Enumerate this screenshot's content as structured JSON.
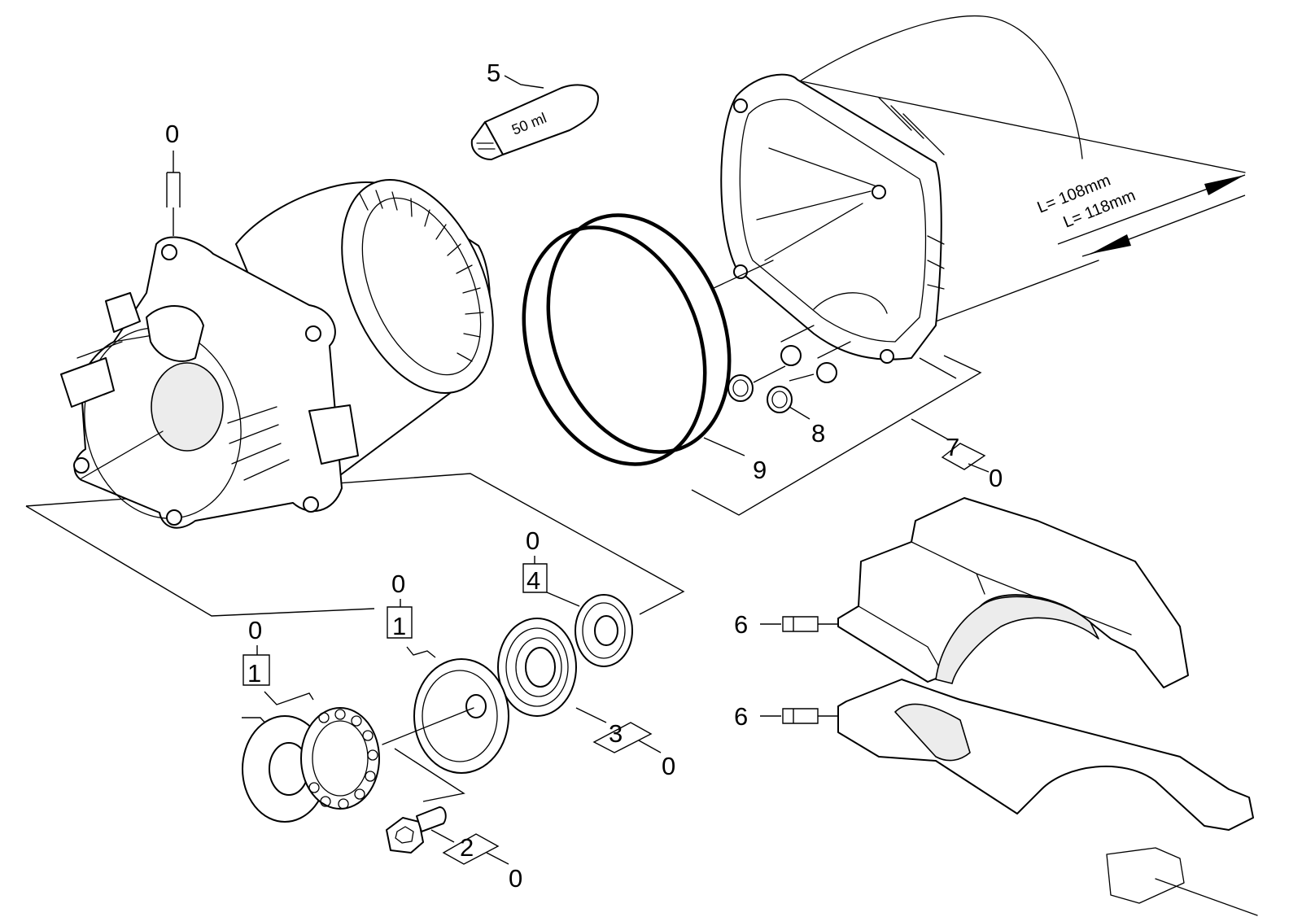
{
  "labels": {
    "motor_top": "0",
    "grease_tube": "5",
    "grease_volume": "50 ml",
    "seal_ring": "9",
    "o_ring_small": "8",
    "housing": "7",
    "housing_sub": "0",
    "clamp_upper": "6",
    "clamp_lower": "6",
    "bearing_set_top": "0",
    "bearing_set_code": "4",
    "flange_top": "0",
    "flange_code": "1",
    "thrust_top": "0",
    "thrust_code": "1",
    "ball_bearing": "3",
    "ball_bearing_sub": "0",
    "screw": "2",
    "screw_sub": "0"
  },
  "dimensions": {
    "length_a": "L= 108mm",
    "length_b": "L= 118mm"
  }
}
